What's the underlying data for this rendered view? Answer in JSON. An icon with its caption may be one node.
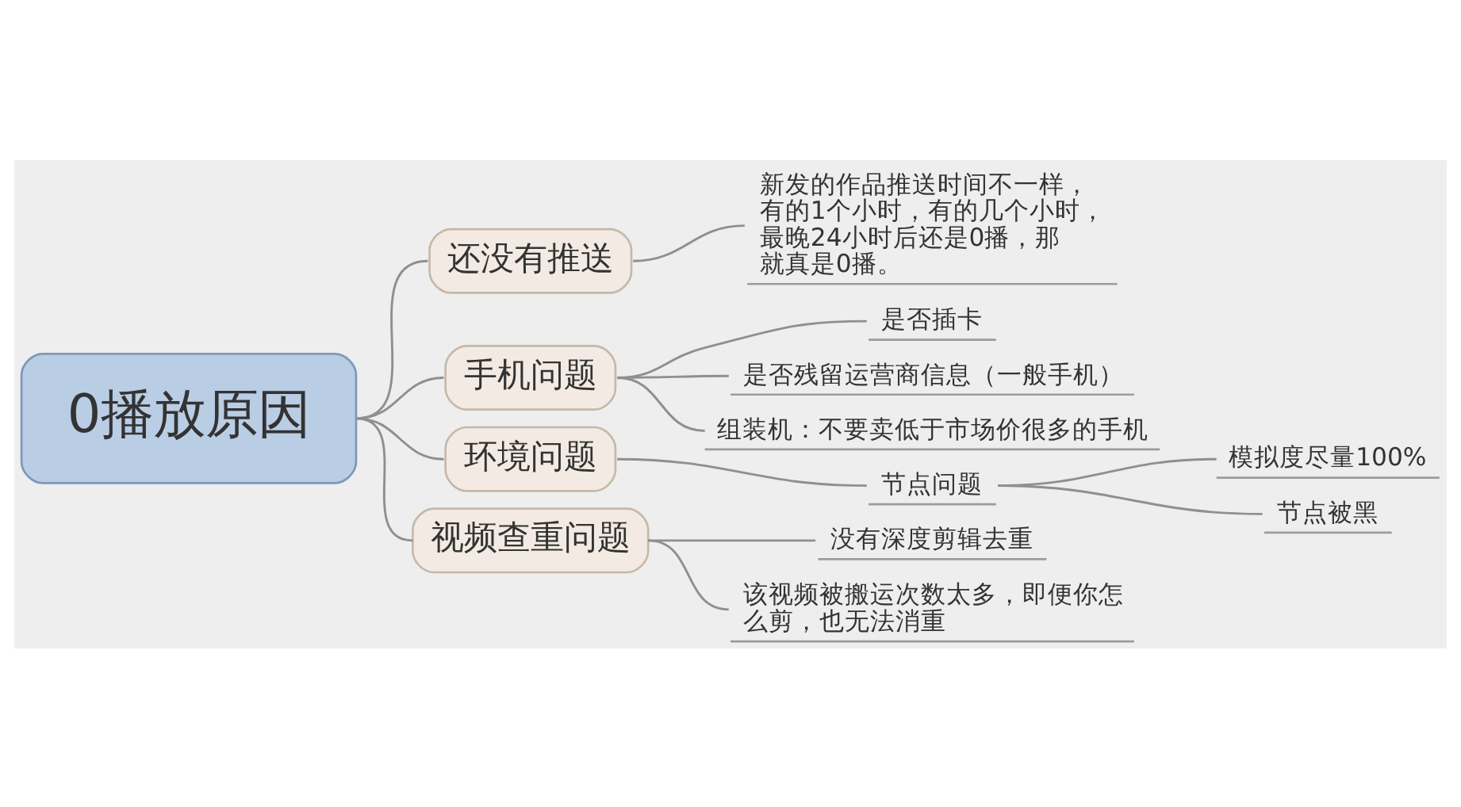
{
  "diagram": {
    "nodes": [
      {
        "text": [
          "0播放原因"
        ]
      },
      {
        "text": [
          "还没有推送"
        ]
      },
      {
        "text": [
          "新发的作品推送时间不一样，有的1个小时，有的几个小时，最晚24小时后还是0播，那就真是0播。"
        ]
      },
      {
        "text": [
          "手机问题"
        ]
      },
      {
        "text": [
          "是否插卡"
        ]
      },
      {
        "text": [
          "是否残留运营商信息（一般手机）"
        ]
      },
      {
        "text": [
          "组装机：不要卖低于市场价很多的手机"
        ]
      },
      {
        "text": [
          "环境问题"
        ]
      },
      {
        "text": [
          "节点问题"
        ]
      },
      {
        "text": [
          "模拟度尽量100%"
        ]
      },
      {
        "text": [
          "节点被黑"
        ]
      },
      {
        "text": [
          "视频查重问题"
        ]
      },
      {
        "text": [
          "没有深度剪辑去重"
        ]
      },
      {
        "text": [
          "该视频被搬运次数太多，即便你怎么剪，也无法消重"
        ]
      }
    ],
    "edges": [
      {
        "from": 0,
        "to": 1,
        "arrow": "none"
      },
      {
        "from": 1,
        "to": 2,
        "arrow": "none"
      },
      {
        "from": 0,
        "to": 3,
        "arrow": "none"
      },
      {
        "from": 3,
        "to": 4,
        "arrow": "none"
      },
      {
        "from": 3,
        "to": 5,
        "arrow": "none"
      },
      {
        "from": 3,
        "to": 6,
        "arrow": "none"
      },
      {
        "from": 0,
        "to": 7,
        "arrow": "none"
      },
      {
        "from": 7,
        "to": 8,
        "arrow": "none"
      },
      {
        "from": 8,
        "to": 9,
        "arrow": "none"
      },
      {
        "from": 8,
        "to": 10,
        "arrow": "none"
      },
      {
        "from": 0,
        "to": 11,
        "arrow": "none"
      },
      {
        "from": 11,
        "to": 12,
        "arrow": "none"
      },
      {
        "from": 11,
        "to": 13,
        "arrow": "none"
      }
    ]
  }
}
